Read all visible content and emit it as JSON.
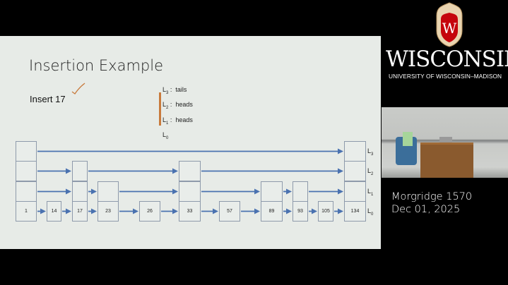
{
  "slide": {
    "title": "Insertion Example",
    "insert_label": "Insert 17",
    "coin_flips": [
      {
        "level": "L",
        "sub": "3",
        "sep": " :  ",
        "result": "tails"
      },
      {
        "level": "L",
        "sub": "2",
        "sep": " :  ",
        "result": "heads"
      },
      {
        "level": "L",
        "sub": "1",
        "sep": " :  ",
        "result": "heads"
      },
      {
        "level": "L",
        "sub": "0",
        "sep": "",
        "result": ""
      }
    ],
    "level_labels": [
      {
        "l": "L",
        "sub": "3"
      },
      {
        "l": "L",
        "sub": "2"
      },
      {
        "l": "L",
        "sub": "1"
      },
      {
        "l": "L",
        "sub": "0"
      }
    ],
    "skip_list": [
      {
        "key": "1",
        "levels": 4
      },
      {
        "key": "14",
        "levels": 1
      },
      {
        "key": "17",
        "levels": 3
      },
      {
        "key": "23",
        "levels": 2
      },
      {
        "key": "26",
        "levels": 1
      },
      {
        "key": "33",
        "levels": 3
      },
      {
        "key": "57",
        "levels": 1
      },
      {
        "key": "89",
        "levels": 2
      },
      {
        "key": "93",
        "levels": 2
      },
      {
        "key": "105",
        "levels": 1
      },
      {
        "key": "134",
        "levels": 4
      }
    ],
    "colors": {
      "arrow": "#4a72b0",
      "annotation": "#c87a3c"
    }
  },
  "branding": {
    "name": "WISCONSIN",
    "subtitle": "UNIVERSITY OF WISCONSIN–MADISON",
    "logo_letter": "W"
  },
  "location": {
    "room": "Morgridge 1570",
    "date": "Dec 01, 2025"
  }
}
